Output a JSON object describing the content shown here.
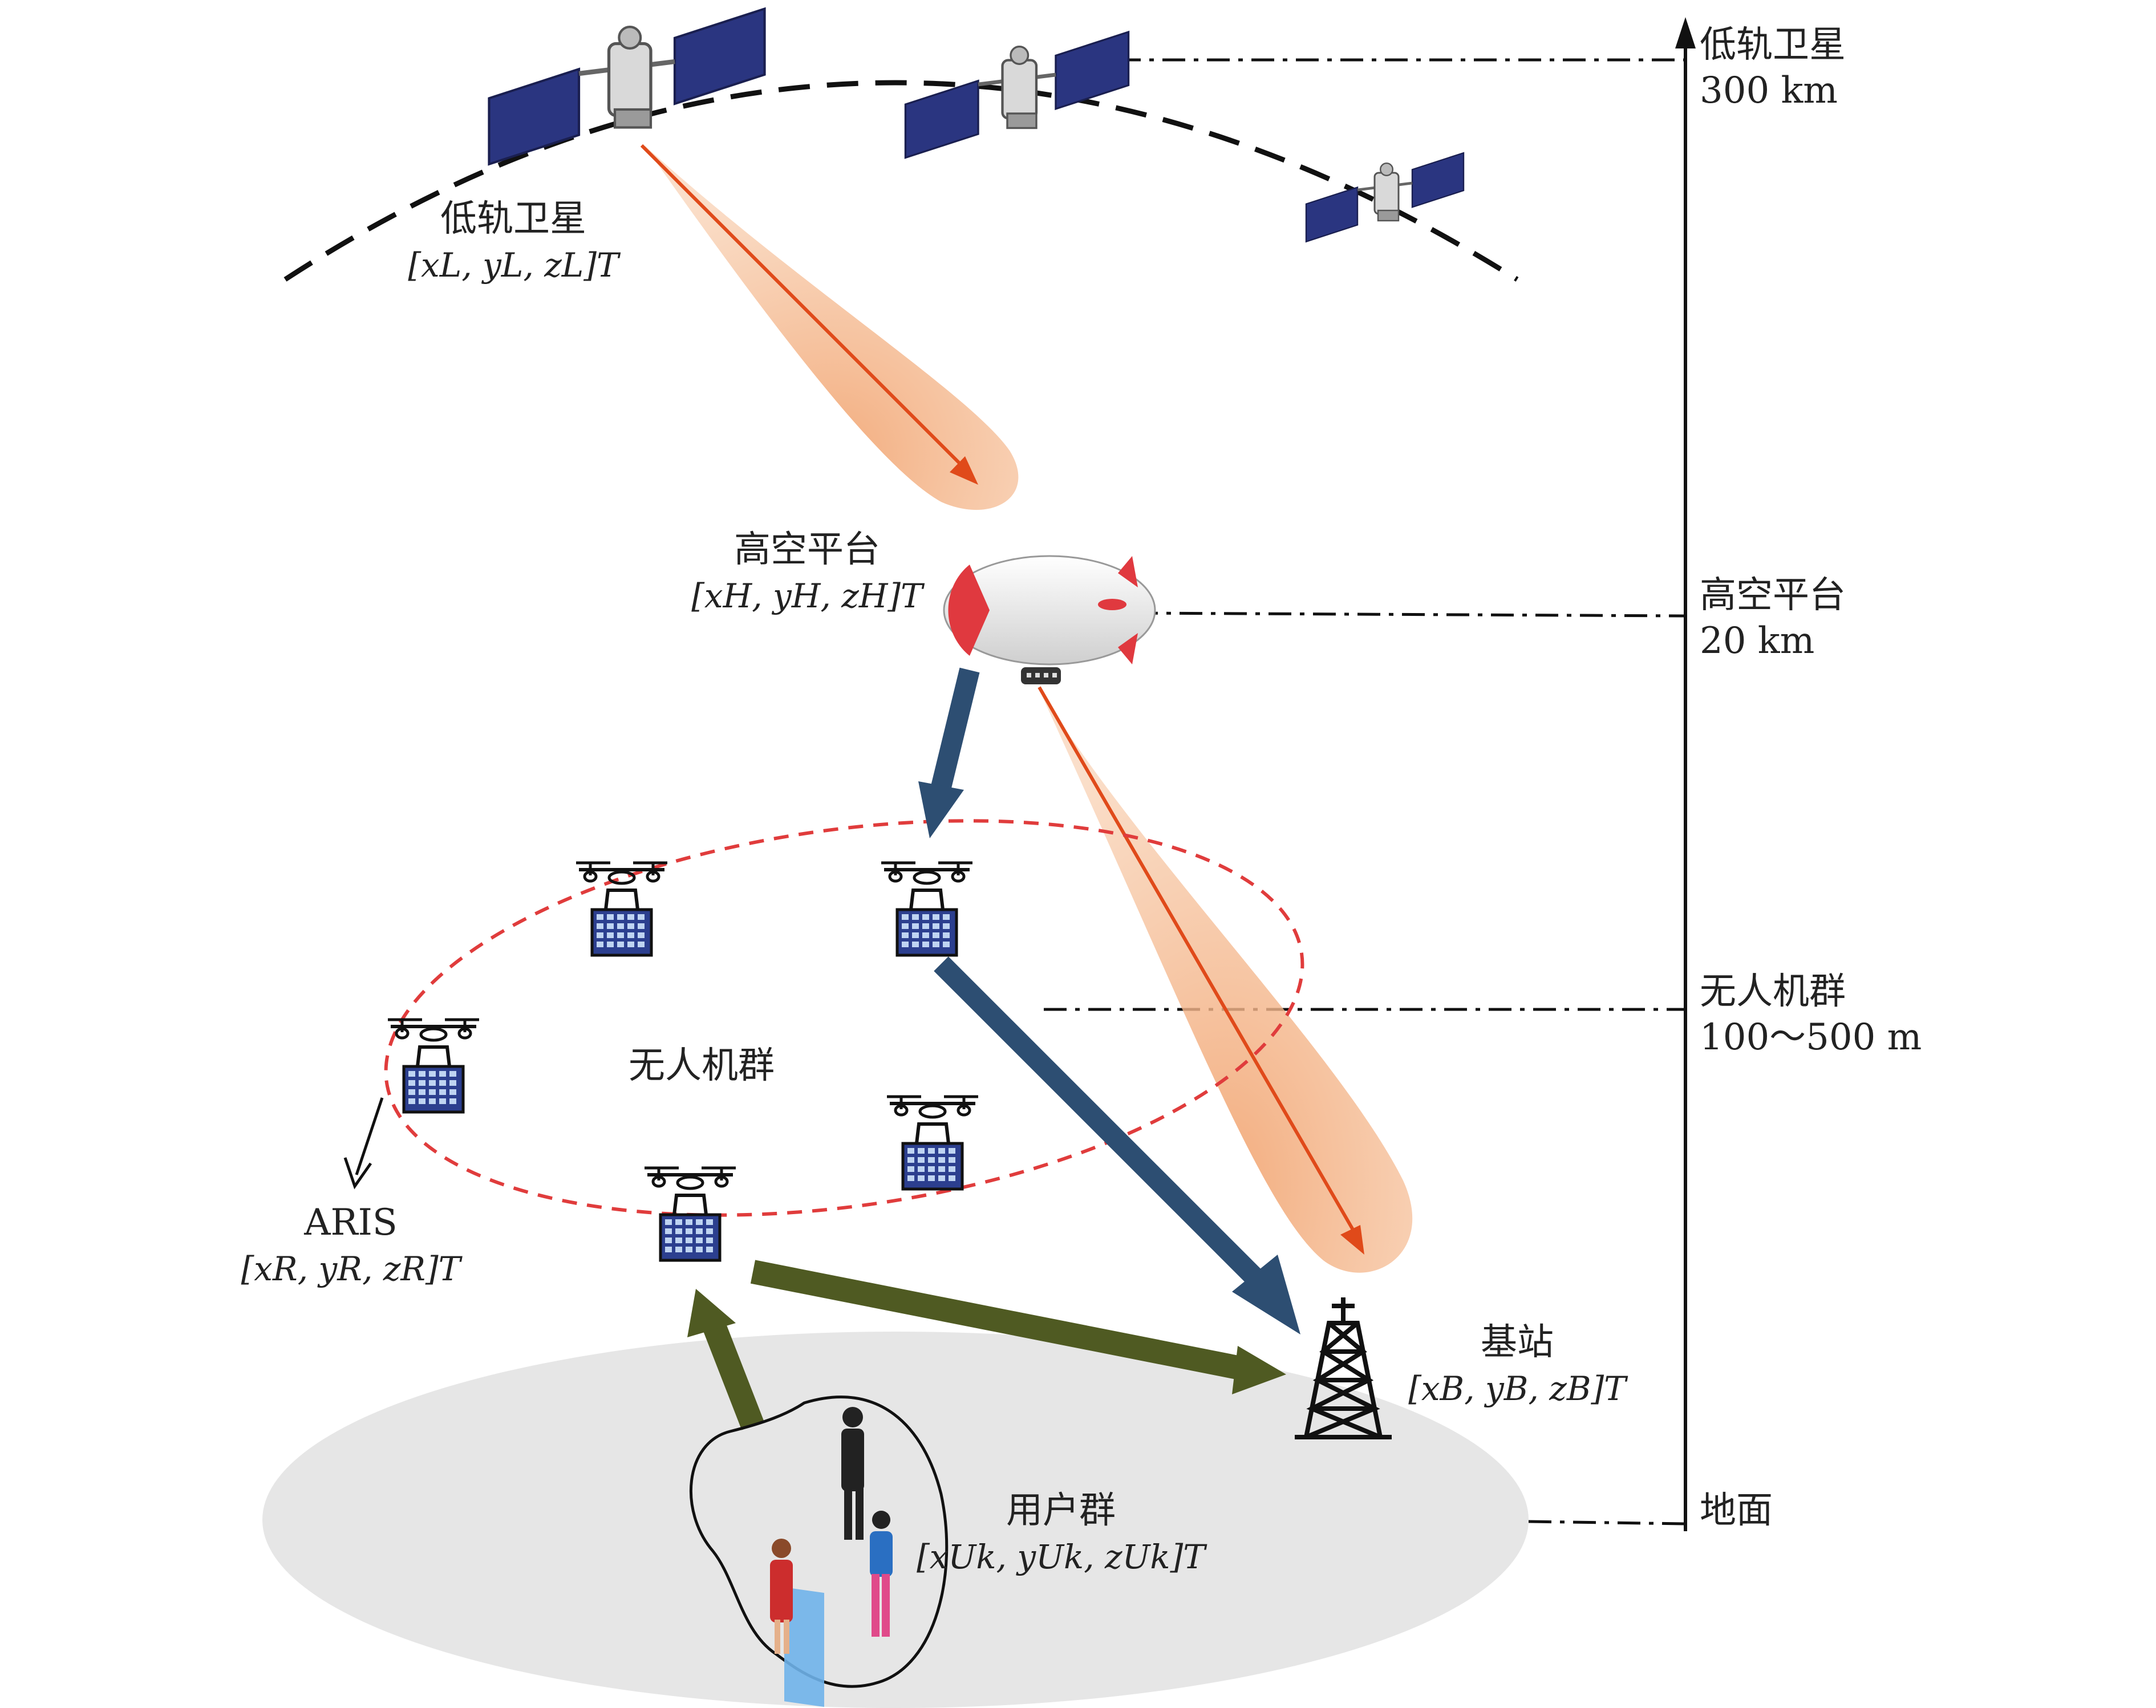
{
  "leo": {
    "label": "低轨卫星",
    "coord": "[xL, yL, zL]T"
  },
  "hap": {
    "label": "高空平台",
    "coord": "[xH, yH, zH]T"
  },
  "uav_swarm": {
    "label": "无人机群"
  },
  "aris": {
    "label": "ARIS",
    "coord": "[xR, yR, zR]T"
  },
  "base_station": {
    "label": "基站",
    "coord": "[xB, yB, zB]T"
  },
  "user_group": {
    "label": "用户群",
    "coord": "[xUk, yUk, zUk]T"
  },
  "altitude_axis": {
    "leo_name": "低轨卫星",
    "leo_height": "300 km",
    "hap_name": "高空平台",
    "hap_height": "20 km",
    "uav_name": "无人机群",
    "uav_height": "100～500 m",
    "ground_name": "地面"
  },
  "colors": {
    "satellite_panel": "#2a3580",
    "laser": "#e04a1a",
    "beam": "#f3b58a",
    "blue_arrow": "#2d4e72",
    "green_arrow": "#4f5a22",
    "uav_ellipse": "#e03c3c",
    "ground": "#e6e6e6",
    "ris_panel": "#2c3f8f"
  }
}
